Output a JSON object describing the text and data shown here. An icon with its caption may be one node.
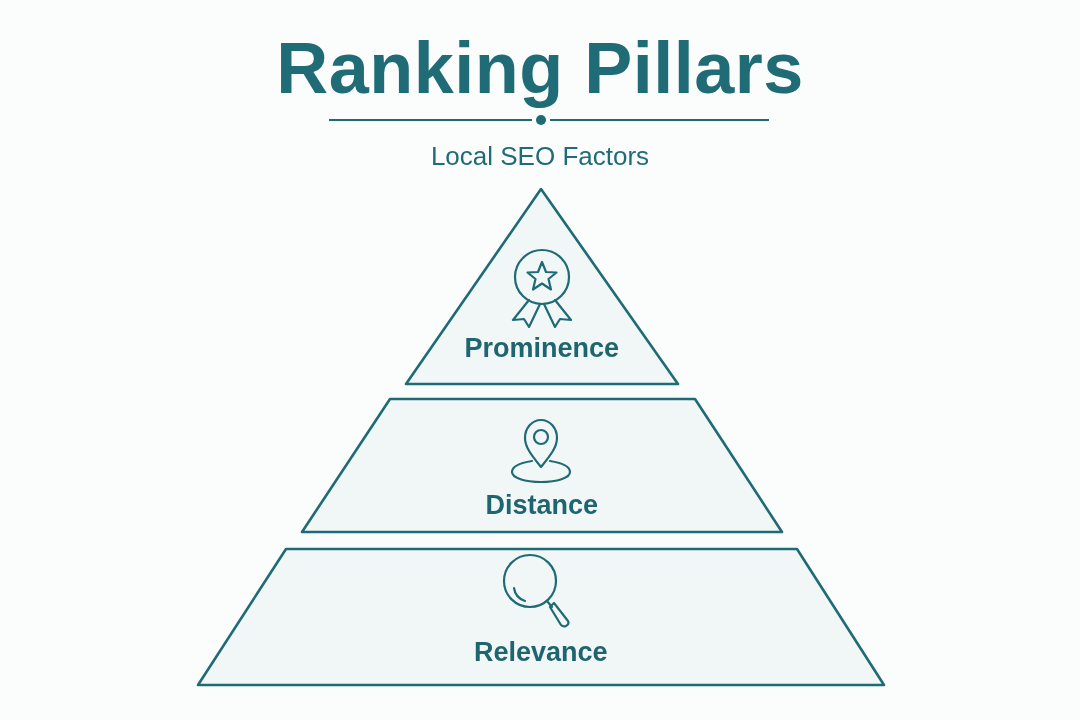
{
  "diagram": {
    "title": "Ranking Pillars",
    "nodes": [
      {
        "text": [
          "Prominence"
        ]
      },
      {
        "text": [
          "Distance"
        ]
      },
      {
        "text": [
          "Relevance"
        ]
      }
    ],
    "labels": [
      "Local SEO Factors"
    ]
  }
}
